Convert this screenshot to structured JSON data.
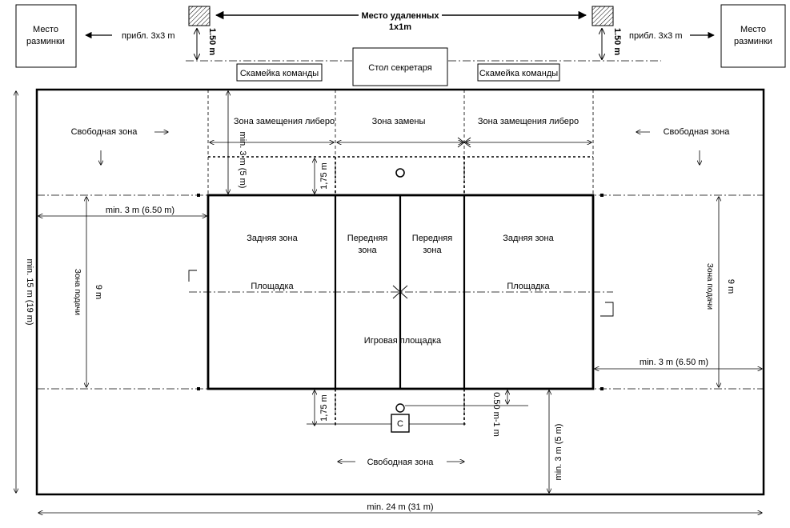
{
  "warmup_left": [
    "Место",
    "разминки"
  ],
  "warmup_right": [
    "Место",
    "разминки"
  ],
  "approx_left": "прибл. 3x3 m",
  "approx_right": "прибл. 3x3 m",
  "removed_place": [
    "Место удаленных",
    "1x1m"
  ],
  "height_left": "1.50 m",
  "height_right": "1.50 m",
  "team_bench_left": "Скамейка команды",
  "team_bench_right": "Скамейка команды",
  "scorer_table": "Стол секретаря",
  "free_zone_left": "Свободная зона",
  "free_zone_right": "Свободная зона",
  "free_zone_bottom": "Свободная зона",
  "libero_zone_left": "Зона замещения либеро",
  "libero_zone_right": "Зона замещения либеро",
  "substitution_zone": "Зона замены",
  "min3_vertical_top": "min. 3 m (5 m)",
  "h175_top": "1,75 m",
  "h175_bottom": "1,75 m",
  "min3_left": "min. 3 m (6.50 m)",
  "min3_right": "min. 3 m (6.50 m)",
  "back_zone_left": "Задняя зона",
  "back_zone_right": "Задняя зона",
  "front_zone_left": [
    "Передняя",
    "зона"
  ],
  "front_zone_right": [
    "Передняя",
    "зона"
  ],
  "court_left": "Площадка",
  "court_right": "Площадка",
  "playing_court": "Игровая площадка",
  "service_zone_left": "Зона подачи",
  "service_zone_right": "Зона подачи",
  "nine_m_left": "9 m",
  "nine_m_right": "9 m",
  "min15": "min. 15 m (19 m)",
  "min24": "min. 24 m (31 m)",
  "min3_vertical_bottom": "min. 3 m (5 m)",
  "dist_050": "0.50 m-1 m",
  "coach_c": "C"
}
